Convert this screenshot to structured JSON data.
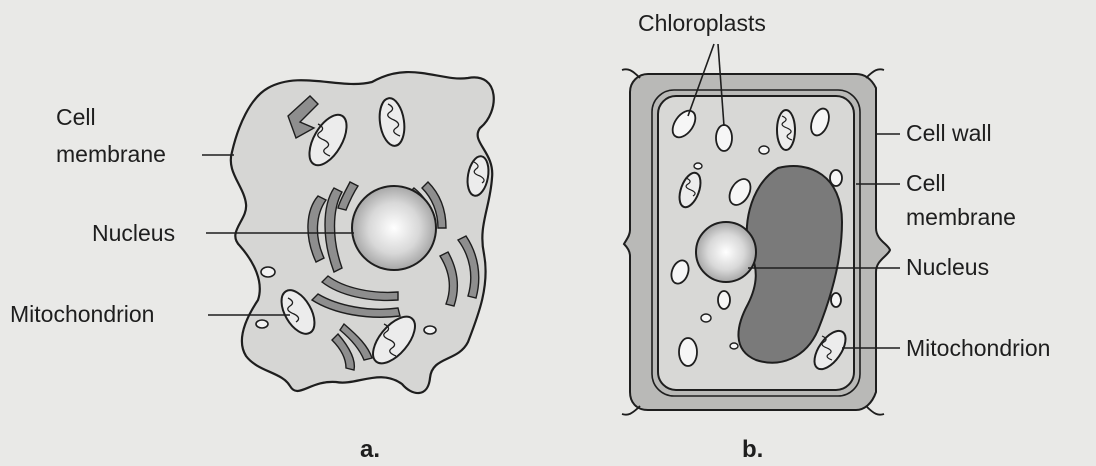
{
  "figure_a": {
    "labels": {
      "cell_membrane_line1": "Cell",
      "cell_membrane_line2": "membrane",
      "nucleus": "Nucleus",
      "mitochondrion": "Mitochondrion"
    },
    "caption": "a."
  },
  "figure_b": {
    "labels": {
      "chloroplasts": "Chloroplasts",
      "cell_wall": "Cell wall",
      "cell_membrane_line1": "Cell",
      "cell_membrane_line2": "membrane",
      "nucleus": "Nucleus",
      "mitochondrion": "Mitochondrion"
    },
    "caption": "b."
  }
}
